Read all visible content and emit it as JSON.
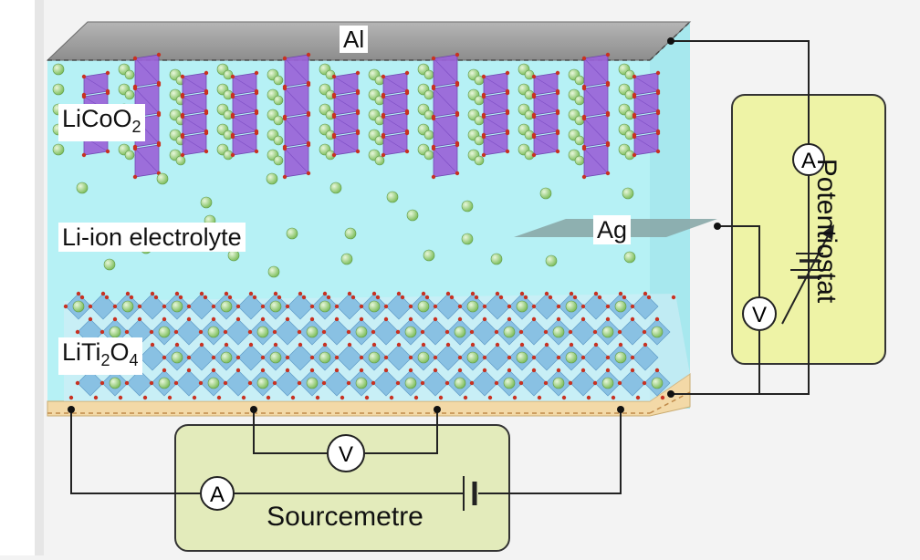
{
  "labels": {
    "top_electrode": "Al",
    "cathode_main": "LiCoO",
    "cathode_sub": "2",
    "electrolyte": "Li-ion electrolyte",
    "reference_electrode": "Ag",
    "anode_part1": "LiTi",
    "anode_sub1": "2",
    "anode_part2": "O",
    "anode_sub2": "4",
    "potentiostat": "Potentiostat",
    "sourcemetre": "Sourcemetre",
    "ammeter_symbol": "A",
    "voltmeter_symbol": "V"
  },
  "colors": {
    "electrolyte": "#b6f1f5",
    "aluminium": "#9a9a9a",
    "substrate": "#f3d9a7",
    "li_atom": "#a6d98b",
    "co_octahedra": "#9a63d8",
    "ti_octahedra": "#7fb9e0",
    "oxygen": "#c83222",
    "instrument_box": "#eef3a6",
    "sourcemetre_box": "#e3ebbb"
  }
}
